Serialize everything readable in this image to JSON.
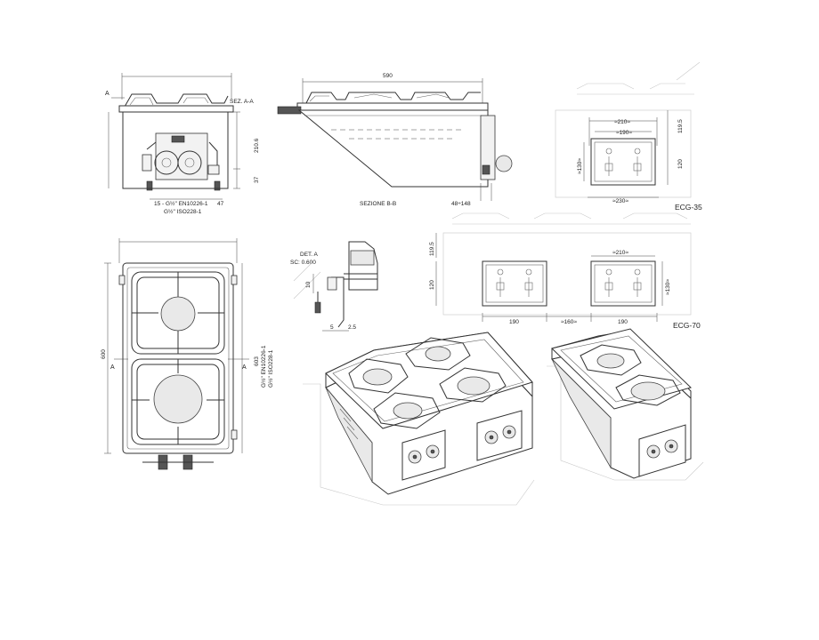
{
  "views": {
    "section_aa": {
      "label": "SEZ. A-A",
      "marker": "A",
      "dim_height_a": "210.6",
      "dim_height_b": "37",
      "dim_offset": "47",
      "conn_label_1": "15 - G½\" EN10226-1",
      "conn_label_2": "G½\" ISO228-1"
    },
    "section_bb": {
      "label": "SEZIONE  B-B",
      "dim_width": "590",
      "dim_range": "48÷148"
    },
    "ecg35": {
      "label": "ECG-35",
      "dim_1": "≈210≈",
      "dim_2": "≈190≈",
      "dim_3": "≈130≈",
      "dim_4": "≈230≈",
      "dim_5": "119.5",
      "dim_6": "120"
    },
    "top_view": {
      "dim_depth": "600",
      "dim_depth_2": "603",
      "marker_left": "A",
      "marker_right": "A",
      "conn_label_1": "G½\" EN10226-1",
      "conn_label_2": "G½\" ISO228-1"
    },
    "detail_a": {
      "title": "DET. A",
      "scale": "SC: 0.600",
      "dim_1": "10",
      "dim_2": "5",
      "dim_3": "2.5"
    },
    "ecg70": {
      "label": "ECG-70",
      "dim_1": "≈210≈",
      "dim_2": "≈130≈",
      "dim_3": "119.5",
      "dim_4": "120",
      "dim_5": "190",
      "dim_6": "≈160≈",
      "dim_7": "190"
    }
  }
}
